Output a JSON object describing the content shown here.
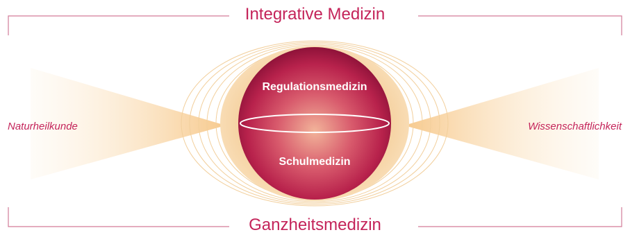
{
  "titles": {
    "top": "Integrative Medizin",
    "bottom": "Ganzheitsmedizin"
  },
  "sides": {
    "left": "Naturheilkunde",
    "right": "Wissenschaftlichkeit"
  },
  "sphere": {
    "upper": "Regulationsmedizin",
    "lower": "Schulmedizin"
  },
  "colors": {
    "accent": "#c4245a",
    "sphere_center": "#f2b49a",
    "sphere_mid": "#c93a5c",
    "sphere_edge": "#8e1239",
    "halo": "#f6d3a3",
    "ring": "#f2cf9c",
    "cone": "#f7c98c",
    "frame_line": "#d37b98"
  }
}
